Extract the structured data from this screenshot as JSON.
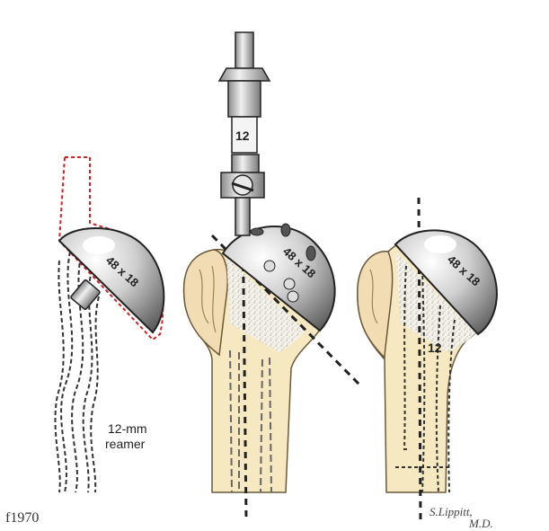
{
  "figure_id": "f1970",
  "labels": {
    "head_size_left": "48 x 18",
    "head_size_middle": "48 x 18",
    "head_size_right": "48 x 18",
    "trial_size_handle": "12",
    "stem_size_right": "12",
    "reamer_size": "12-mm",
    "reamer_word": "reamer",
    "artist_name": "S.Lippitt,",
    "artist_degree": "M.D."
  },
  "colors": {
    "bone": "#f6e8c0",
    "bone_outline": "#6b5a3a",
    "cortex": "#f2dcb4",
    "metal_light": "#e8e8e8",
    "metal_dark": "#6a6a6a",
    "outline": "#222222",
    "cut_guide": "#d42020"
  }
}
